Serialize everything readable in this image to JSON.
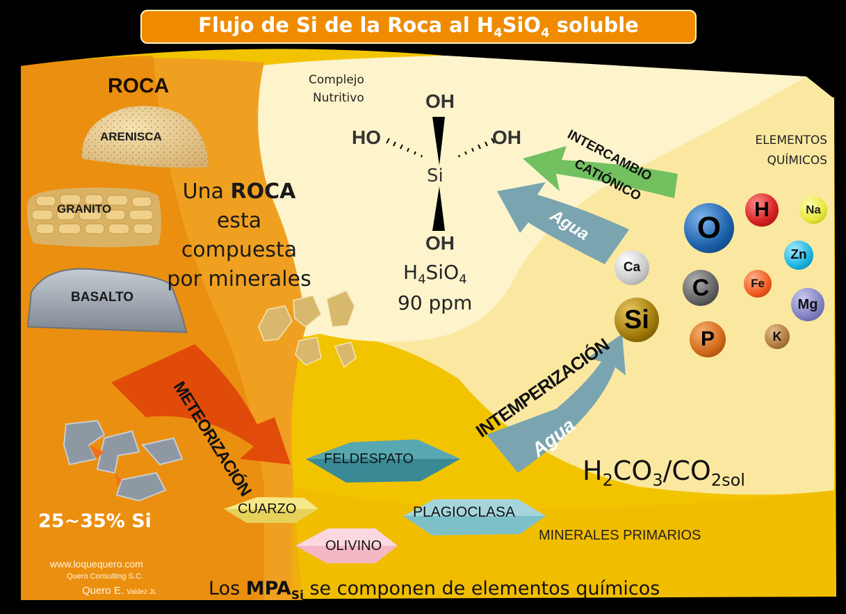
{
  "title": {
    "prefix": "Flujo de Si de la Roca al H",
    "sub1": "4",
    "mid": "SiO",
    "sub2": "4",
    "suffix": " soluble"
  },
  "rock_section": {
    "heading": "ROCA",
    "rocks": [
      "ARENISCA",
      "GRANITO",
      "BASALTO"
    ],
    "statement": {
      "line1_a": "Una ",
      "line1_b": "ROCA",
      "line2": "esta",
      "line3": "compuesta",
      "line4": "por minerales"
    },
    "si_percent": "25~35% Si"
  },
  "molecule": {
    "caption": [
      "Complejo",
      "Nutritivo"
    ],
    "groups": {
      "top": "OH",
      "left": "HO",
      "right": "OH",
      "bottom": "OH",
      "center": "Si"
    },
    "formula": {
      "a": "H",
      "b": "4",
      "c": "SiO",
      "d": "4"
    },
    "concentration": "90 ppm"
  },
  "processes": {
    "meteorizacion": "METEORIZACIÓN",
    "intemperizacion": "INTEMPERIZACIÓN",
    "intercambio": "INTERCAMBIO",
    "cationico": "CATIÓNICO",
    "agua": "Agua"
  },
  "elements_section": {
    "heading": [
      "ELEMENTOS",
      "QUÍMICOS"
    ],
    "elements": [
      {
        "symbol": "O",
        "color": "#1a5fa8"
      },
      {
        "symbol": "H",
        "color": "#d42020"
      },
      {
        "symbol": "Na",
        "color": "#e6e63a"
      },
      {
        "symbol": "Zn",
        "color": "#1ab3e0"
      },
      {
        "symbol": "Ca",
        "color": "#c8c8c8"
      },
      {
        "symbol": "C",
        "color": "#606060"
      },
      {
        "symbol": "Fe",
        "color": "#f05a20"
      },
      {
        "symbol": "Mg",
        "color": "#8080c0"
      },
      {
        "symbol": "Si",
        "color": "#a07808"
      },
      {
        "symbol": "P",
        "color": "#d06818"
      },
      {
        "symbol": "K",
        "color": "#b07840"
      }
    ]
  },
  "acid": {
    "a": "H",
    "b": "2",
    "c": "CO",
    "d": "3",
    "e": "/CO",
    "f": "2sol"
  },
  "minerals": {
    "items": [
      "FELDESPATO",
      "CUARZO",
      "PLAGIOCLASA",
      "OLIVINO"
    ],
    "label": "MINERALES PRIMARIOS"
  },
  "footer": {
    "a": "Los ",
    "b": "MPA",
    "c": "Si",
    "d": " se componen de elementos químicos"
  },
  "credits": {
    "site": "www.loquequero.com",
    "company": "Quero Consulting S.C.",
    "author_a": "Quero E. ",
    "author_b": "Valdez JL"
  }
}
